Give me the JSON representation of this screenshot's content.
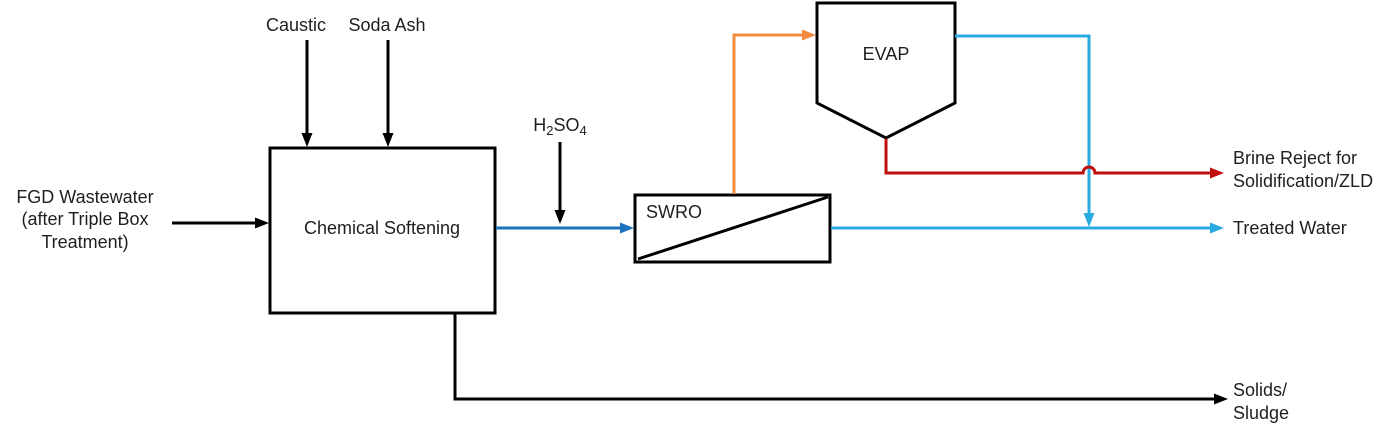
{
  "colors": {
    "black": "#000000",
    "feed_blue": "#1C73BE",
    "treated_cyan": "#29ABE2",
    "concentrate_orange": "#F18A3C",
    "brine_red": "#C00D0D"
  },
  "nodes": {
    "chemical_softening": {
      "label": "Chemical Softening"
    },
    "swro": {
      "label": "SWRO"
    },
    "evap": {
      "label": "EVAP"
    }
  },
  "inputs": {
    "feed": {
      "lines": [
        "FGD Wastewater",
        "(after Triple Box",
        "Treatment)"
      ]
    },
    "caustic": {
      "label": "Caustic"
    },
    "soda_ash": {
      "label": "Soda Ash"
    },
    "h2so4": {
      "base1": "H",
      "sub1": "2",
      "base2": "SO",
      "sub2": "4"
    }
  },
  "outputs": {
    "brine": {
      "lines": [
        "Brine Reject for",
        "Solidification/ZLD"
      ]
    },
    "treated": {
      "label": "Treated Water"
    },
    "solids": {
      "lines": [
        "Solids/",
        "Sludge"
      ]
    }
  }
}
